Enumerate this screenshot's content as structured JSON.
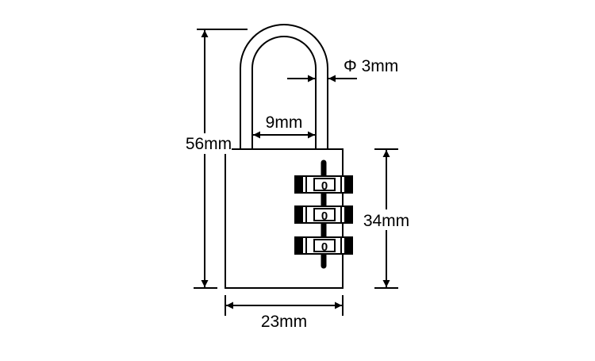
{
  "dimensions": {
    "total_height": "56mm",
    "body_height": "34mm",
    "body_width": "23mm",
    "shackle_inner_width": "9mm",
    "shackle_diameter": "Φ 3mm"
  },
  "dials": [
    {
      "digit": "0"
    },
    {
      "digit": "0"
    },
    {
      "digit": "0"
    }
  ],
  "colors": {
    "line": "#000000",
    "background": "#ffffff"
  }
}
